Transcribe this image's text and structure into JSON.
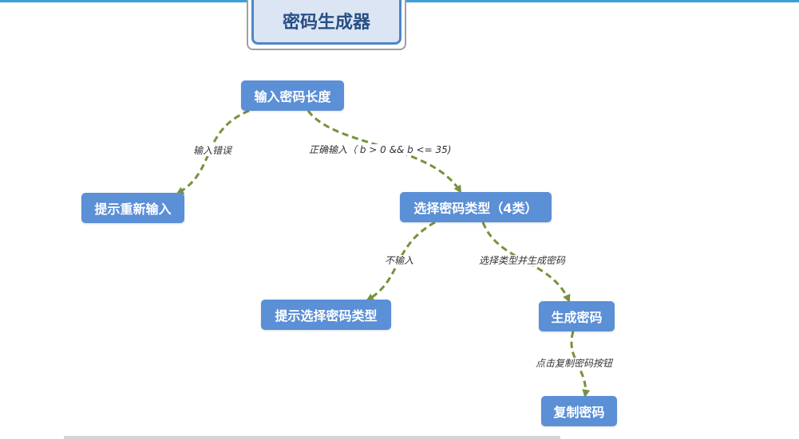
{
  "title": "密码生成器",
  "nodes": {
    "input_length": "输入密码长度",
    "retry_input": "提示重新输入",
    "choose_type": "选择密码类型（4类）",
    "prompt_choose_type": "提示选择密码类型",
    "generate": "生成密码",
    "copy": "复制密码"
  },
  "edges": {
    "input_error": "输入错误",
    "valid_input": "正确输入（ b > 0 && b <= 35)",
    "no_input": "不输入",
    "choose_and_generate": "选择类型并生成密码",
    "click_copy": "点击复制密码按钮"
  },
  "colors": {
    "node_fill": "#5b8fd6",
    "edge_stroke": "#76923c",
    "title_fill": "#dbe5f4",
    "title_border": "#4f86c6"
  }
}
